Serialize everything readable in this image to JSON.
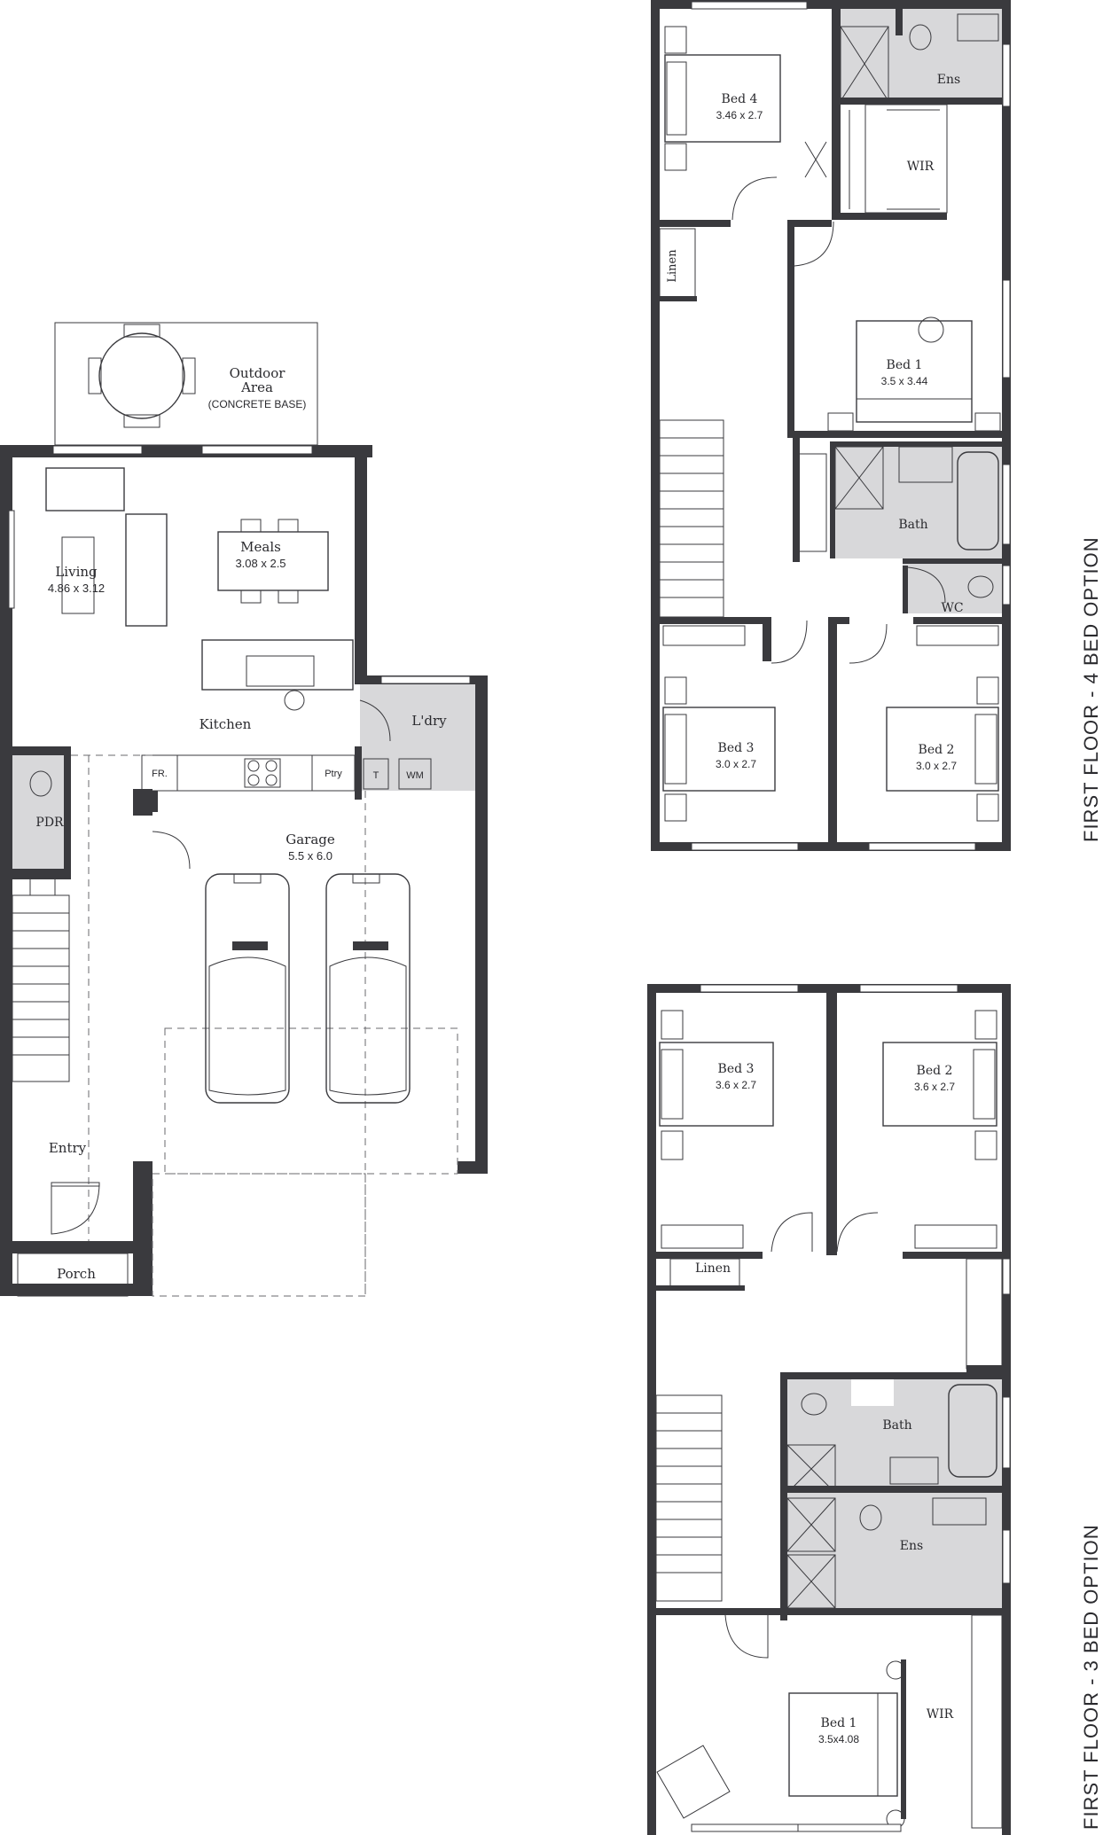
{
  "ground_floor": {
    "outdoor_title": "Outdoor",
    "outdoor_title2": "Area",
    "outdoor_sub": "(CONCRETE BASE)",
    "living": "Living",
    "living_dim": "4.86 x 3.12",
    "meals": "Meals",
    "meals_dim": "3.08 x 2.5",
    "kitchen": "Kitchen",
    "laundry": "L'dry",
    "fridge": "FR.",
    "pantry": "Ptry",
    "tub": "T",
    "washer": "WM",
    "powder": "PDR",
    "garage": "Garage",
    "garage_dim": "5.5 x 6.0",
    "entry": "Entry",
    "porch": "Porch"
  },
  "four_bed": {
    "title": "FIRST FLOOR - 4 BED OPTION",
    "bed4": "Bed 4",
    "bed4_dim": "3.46 x 2.7",
    "ens": "Ens",
    "wir": "WIR",
    "linen": "Linen",
    "bed1": "Bed 1",
    "bed1_dim": "3.5 x 3.44",
    "bath": "Bath",
    "wc": "WC",
    "bed3": "Bed 3",
    "bed3_dim": "3.0 x 2.7",
    "bed2": "Bed 2",
    "bed2_dim": "3.0 x 2.7"
  },
  "three_bed": {
    "title": "FIRST FLOOR - 3 BED OPTION",
    "bed3": "Bed 3",
    "bed3_dim": "3.6 x 2.7",
    "bed2": "Bed 2",
    "bed2_dim": "3.6 x 2.7",
    "linen": "Linen",
    "bath": "Bath",
    "ens": "Ens",
    "bed1": "Bed 1",
    "bed1_dim": "3.5x4.08",
    "wir": "WIR"
  }
}
